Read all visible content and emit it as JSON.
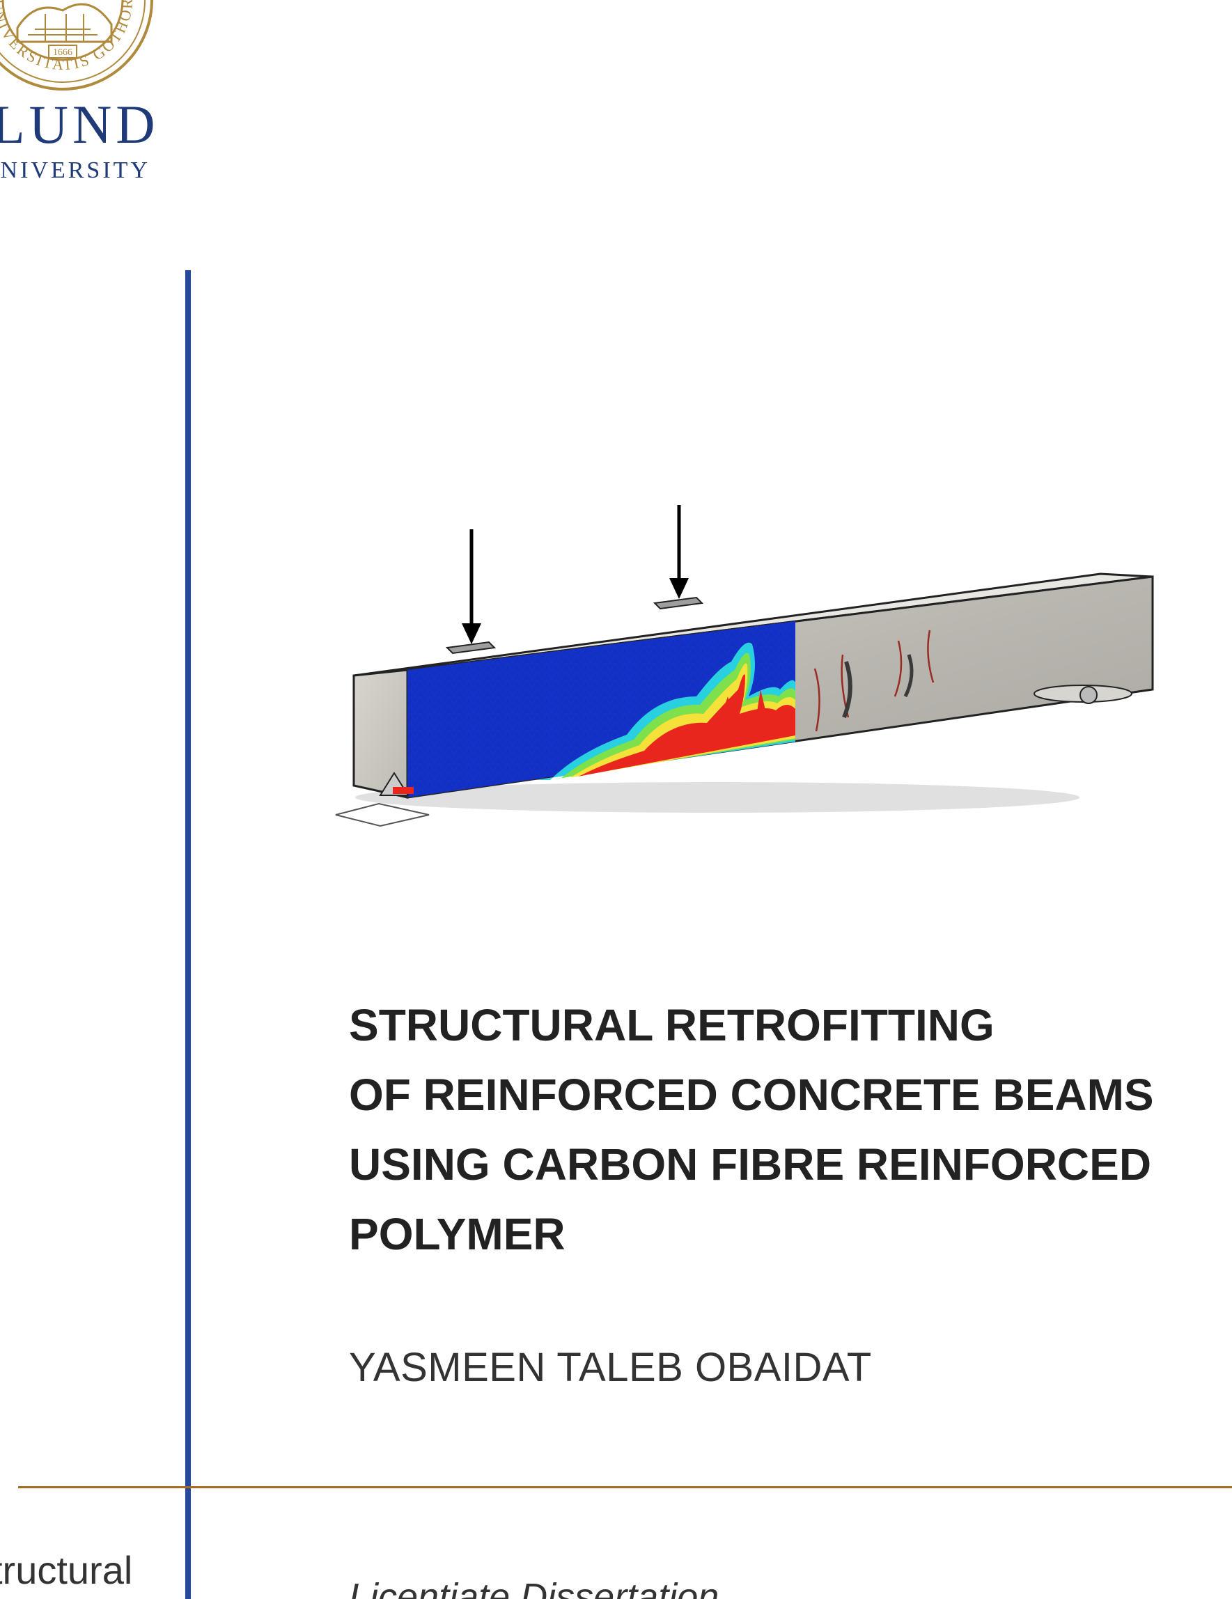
{
  "logo": {
    "seal_text": "UNIVERSITATIS GOTHORUM",
    "seal_year": "1666",
    "name": "LUND",
    "subname": "UNIVERSITY"
  },
  "cover": {
    "title_lines": [
      "STRUCTURAL RETROFITTING",
      "OF REINFORCED CONCRETE BEAMS",
      "USING CARBON FIBRE REINFORCED",
      "POLYMER"
    ],
    "author": "YASMEEN TALEB OBAIDAT",
    "spine_text": "tructural",
    "subtitle": "Licentiate Dissertation"
  },
  "colors": {
    "brand_blue": "#254a9b",
    "rule_orange": "#a86a22",
    "logo_gold": "#b08a3c",
    "text": "#222222"
  }
}
